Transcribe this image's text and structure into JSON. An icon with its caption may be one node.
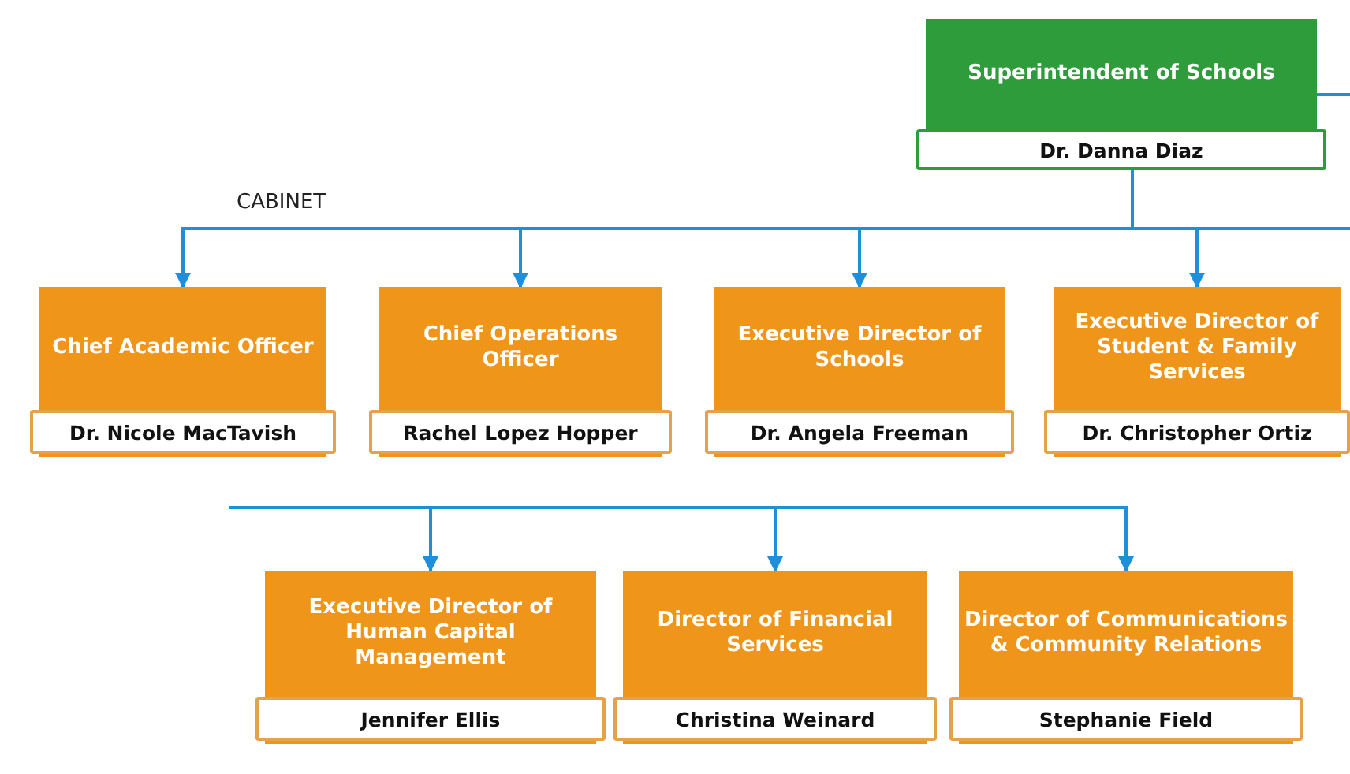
{
  "diagram": {
    "nodes": [
      {
        "text": [
          "Superintendent of Schools",
          "Dr. Danna Diaz"
        ]
      },
      {
        "text": [
          "Chief Academic Officer",
          "Dr. Nicole MacTavish"
        ]
      },
      {
        "text": [
          "Chief Operations Officer",
          "Rachel Lopez Hopper"
        ]
      },
      {
        "text": [
          "Executive Director of Schools",
          "Dr. Angela Freeman"
        ]
      },
      {
        "text": [
          "Executive Director of Student & Family Services",
          "Dr. Christopher Ortiz"
        ]
      },
      {
        "text": [
          "Executive Director of Human Capital Management",
          "Jennifer Ellis"
        ]
      },
      {
        "text": [
          "Director of Financial Services",
          "Christina Weinard"
        ]
      },
      {
        "text": [
          "Director of Communications & Community Relations",
          "Stephanie Field"
        ]
      }
    ],
    "edges": [
      {
        "from": 0,
        "to": 1,
        "arrow": "to"
      },
      {
        "from": 0,
        "to": 2,
        "arrow": "to"
      },
      {
        "from": 0,
        "to": 3,
        "arrow": "to"
      },
      {
        "from": 0,
        "to": 4,
        "arrow": "to"
      },
      {
        "from": null,
        "to": 5,
        "arrow": "to"
      },
      {
        "from": null,
        "to": 6,
        "arrow": "to"
      },
      {
        "from": null,
        "to": 7,
        "arrow": "to"
      },
      {
        "from": 0,
        "to": null,
        "arrow": "none"
      }
    ],
    "labels": [
      "CABINET"
    ]
  }
}
